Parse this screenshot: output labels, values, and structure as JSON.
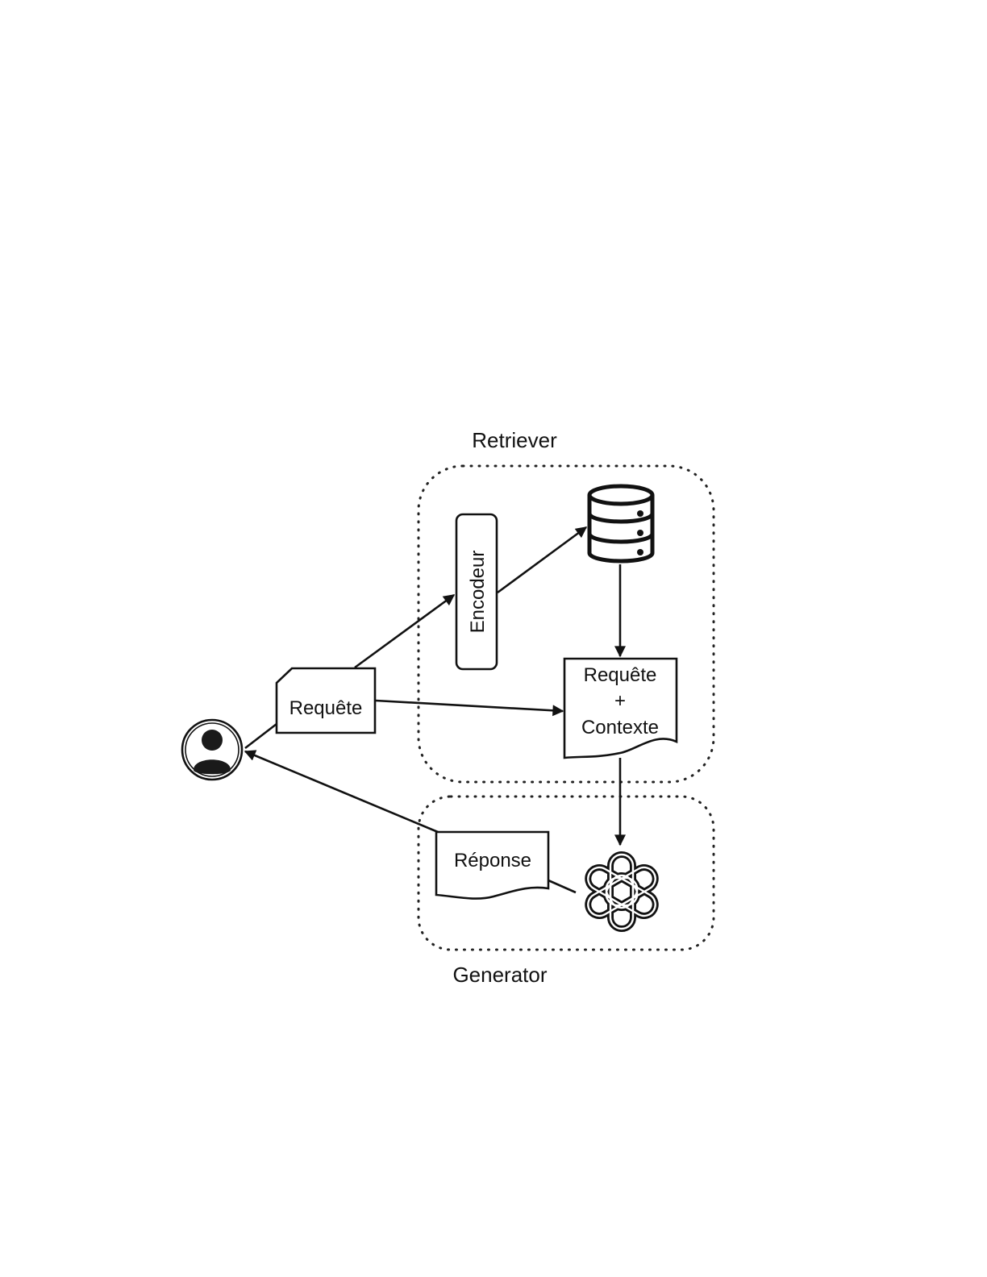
{
  "groups": {
    "retriever": "Retriever",
    "generator": "Generator"
  },
  "nodes": {
    "user": {
      "icon": "user-icon"
    },
    "requete": {
      "label": "Requête"
    },
    "encodeur": {
      "label": "Encodeur"
    },
    "database": {
      "icon": "database-icon"
    },
    "context_doc": {
      "line1": "Requête",
      "line2": "+",
      "line3": "Contexte"
    },
    "llm": {
      "icon": "openai-logo-icon"
    },
    "reponse": {
      "label": "Réponse"
    }
  },
  "edges": [
    {
      "from": "requete",
      "to": "encodeur"
    },
    {
      "from": "encodeur",
      "to": "database"
    },
    {
      "from": "database",
      "to": "context_doc"
    },
    {
      "from": "requete",
      "to": "context_doc"
    },
    {
      "from": "context_doc",
      "to": "llm"
    },
    {
      "from": "llm",
      "to": "reponse"
    },
    {
      "from": "reponse",
      "to": "user"
    },
    {
      "from": "user",
      "to": "requete"
    }
  ]
}
